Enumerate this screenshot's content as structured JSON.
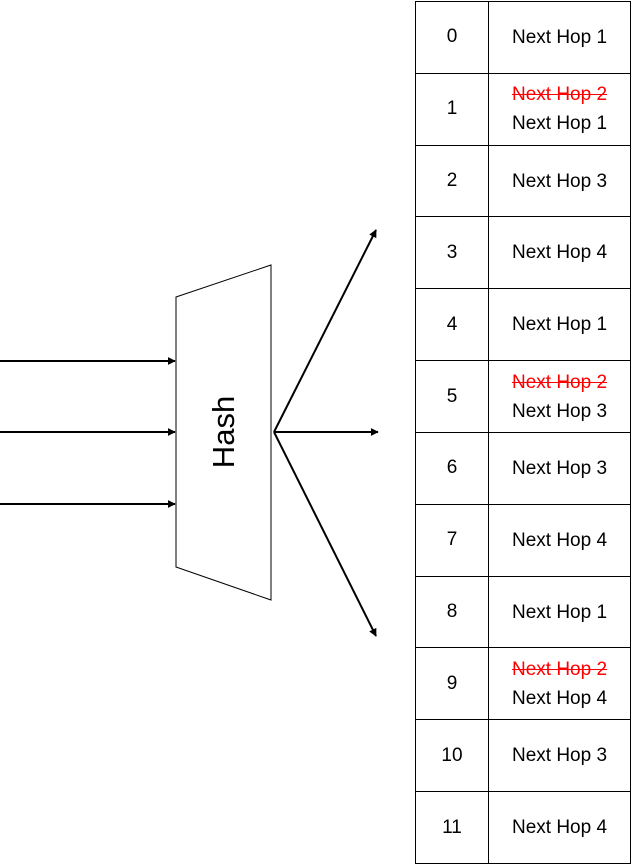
{
  "hash": {
    "label": "Hash"
  },
  "table": {
    "rows": [
      {
        "index": "0",
        "old_hop": "",
        "hop": "Next Hop 1"
      },
      {
        "index": "1",
        "old_hop": "Next Hop 2",
        "hop": "Next Hop 1"
      },
      {
        "index": "2",
        "old_hop": "",
        "hop": "Next Hop 3"
      },
      {
        "index": "3",
        "old_hop": "",
        "hop": "Next Hop 4"
      },
      {
        "index": "4",
        "old_hop": "",
        "hop": "Next Hop 1"
      },
      {
        "index": "5",
        "old_hop": "Next Hop 2",
        "hop": "Next Hop 3"
      },
      {
        "index": "6",
        "old_hop": "",
        "hop": "Next Hop 3"
      },
      {
        "index": "7",
        "old_hop": "",
        "hop": "Next Hop 4"
      },
      {
        "index": "8",
        "old_hop": "",
        "hop": "Next Hop 1"
      },
      {
        "index": "9",
        "old_hop": "Next Hop 2",
        "hop": "Next Hop 4"
      },
      {
        "index": "10",
        "old_hop": "",
        "hop": "Next Hop 3"
      },
      {
        "index": "11",
        "old_hop": "",
        "hop": "Next Hop 4"
      }
    ]
  },
  "colors": {
    "struck_text": "#ff0000",
    "line": "#000000"
  }
}
